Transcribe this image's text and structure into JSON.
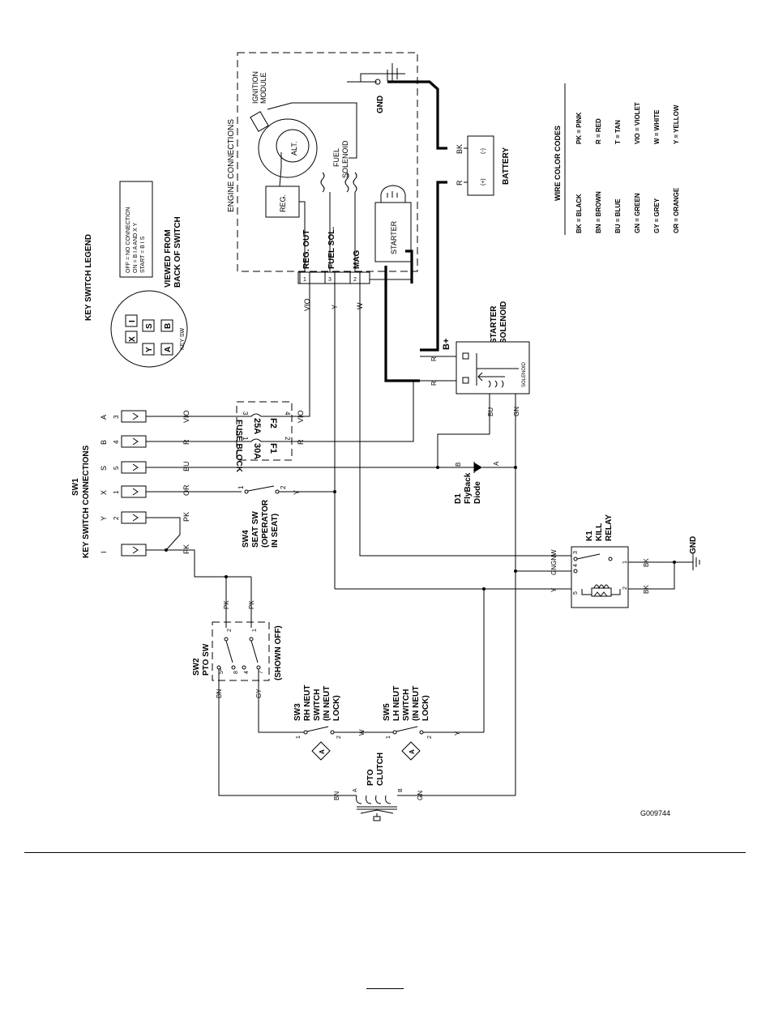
{
  "figure_id": "G009744",
  "key_switch_legend": {
    "title": "KEY SWITCH LEGEND",
    "chip": "KEY SW",
    "contacts": [
      "I",
      "X",
      "S",
      "B",
      "Y",
      "A"
    ],
    "table": [
      "OFF     = NO CONNECTION",
      "ON      = B I A AND X Y",
      "START  = B I S"
    ],
    "viewed": [
      "VIEWED FROM",
      "BACK OF SWITCH"
    ]
  },
  "sw1": {
    "ref": "SW1",
    "title": "KEY SWITCH CONNECTIONS",
    "terminals": [
      {
        "letter": "A",
        "num": "3",
        "wire": "VIO"
      },
      {
        "letter": "B",
        "num": "4",
        "wire": "R"
      },
      {
        "letter": "S",
        "num": "5",
        "wire": "BU"
      },
      {
        "letter": "X",
        "num": "1",
        "wire": "OR"
      },
      {
        "letter": "Y",
        "num": "2",
        "wire": "PK"
      },
      {
        "letter": "I",
        "num": "",
        "wire": "PK"
      }
    ]
  },
  "fuse_block": {
    "title": "FUSE BLOCK",
    "fuses": [
      {
        "ref": "F2",
        "rating": "25A",
        "in": "3",
        "out": "4",
        "wire_out": "VIO"
      },
      {
        "ref": "F1",
        "rating": "30A",
        "in": "1",
        "out": "2",
        "wire_out": "R"
      }
    ]
  },
  "engine": {
    "title": "ENGINE CONNECTIONS",
    "ignition": [
      "IGNITION",
      "MODULE"
    ],
    "alt": "ALT.",
    "reg": "REG.",
    "fuel_solenoid": [
      "FUEL",
      "SOLENOID"
    ],
    "starter": "STARTER",
    "gnd": "GND",
    "connector": [
      {
        "num": "1",
        "label": "REG. OUT",
        "wire": "VIO"
      },
      {
        "num": "3",
        "label": "FUEL SOL.",
        "wire": "Y"
      },
      {
        "num": "2",
        "label": "MAG",
        "wire": "W"
      }
    ]
  },
  "battery": {
    "title": "BATTERY",
    "neg": "(-)",
    "pos": "(+)",
    "neg_wire": "BK",
    "pos_wire": "R"
  },
  "starter_solenoid": {
    "title": [
      "STARTER",
      "SOLENOID"
    ],
    "bplus": "B+",
    "inner": "SOLENOID",
    "wires": [
      "R",
      "R",
      "BU",
      "GN"
    ]
  },
  "diode": {
    "ref": [
      "D1",
      "FlyBack",
      "Diode"
    ],
    "b": "B",
    "a": "A"
  },
  "seat_sw": {
    "ref": [
      "SW4",
      "SEAT SW",
      "(OPERATOR",
      "IN SEAT)"
    ],
    "pin1": "1",
    "pin2": "2",
    "wire_out": "Y"
  },
  "kill_relay": {
    "ref": [
      "K1",
      "KILL",
      "RELAY"
    ],
    "gnd": "GND",
    "pins": [
      "3",
      "4",
      "5",
      "1",
      "2"
    ],
    "wires_in": [
      "GN",
      "W",
      "GN",
      "Y"
    ],
    "wires_out": [
      "BK",
      "BK"
    ]
  },
  "pto_sw": {
    "ref": [
      "SW2",
      "PTO SW"
    ],
    "note": "(SHOWN OFF)",
    "pins": [
      "2",
      "1",
      "5",
      "8",
      "4",
      "7"
    ],
    "wires": [
      "PK",
      "PK",
      "BN",
      "GY"
    ]
  },
  "sw3": {
    "ref": [
      "SW3",
      "RH NEUT",
      "SWITCH",
      "(IN NEUT",
      "LOCK)"
    ],
    "pin1": "1",
    "pin2": "2",
    "wire": "W"
  },
  "sw5": {
    "ref": [
      "SW5",
      "LH NEUT",
      "SWITCH",
      "(IN NEUT",
      "LOCK)"
    ],
    "pin1": "1",
    "pin2": "2",
    "wire": "Y"
  },
  "pto_clutch": {
    "ref": [
      "PTO",
      "CLUTCH"
    ],
    "a": "A",
    "b": "B",
    "wires": [
      "BN",
      "GN"
    ]
  },
  "flag": "A",
  "color_codes": {
    "title": "WIRE COLOR CODES",
    "left": [
      "BK  = BLACK",
      "BN  = BROWN",
      "BU  = BLUE",
      "GN  = GREEN",
      "GY  = GREY",
      "OR  = ORANGE"
    ],
    "right": [
      "PK  = PINK",
      "R   = RED",
      "T   = TAN",
      "VIO = VIOLET",
      "W   = WHITE",
      "Y   = YELLOW"
    ]
  }
}
